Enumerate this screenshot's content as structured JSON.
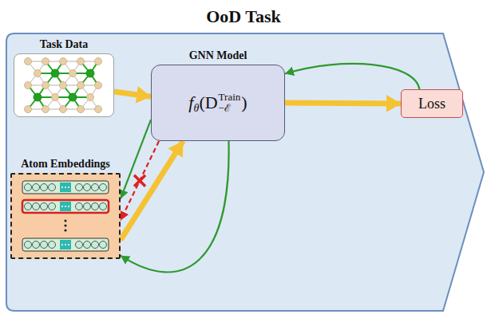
{
  "diagram": {
    "title": "OoD Task",
    "nodes": [
      {
        "text": [
          "Task Data"
        ]
      },
      {
        "text": [
          "GNN Model",
          "f",
          "θ",
          "(D",
          "Train",
          "−ℰ",
          ")"
        ]
      },
      {
        "text": [
          "Atom Embeddings"
        ]
      },
      {
        "text": [
          "Loss"
        ]
      }
    ],
    "edges": [
      {
        "from": 0,
        "to": 1,
        "arrow": "to"
      },
      {
        "from": 1,
        "to": 3,
        "arrow": "to"
      },
      {
        "from": 2,
        "to": 1,
        "arrow": "to"
      },
      {
        "from": 3,
        "to": 1,
        "arrow": "to"
      },
      {
        "from": 1,
        "to": 2,
        "arrow": "to"
      },
      {
        "from": 1,
        "to": 2,
        "arrow": "to"
      },
      {
        "from": 1,
        "to": 2,
        "arrow": "to"
      }
    ]
  }
}
